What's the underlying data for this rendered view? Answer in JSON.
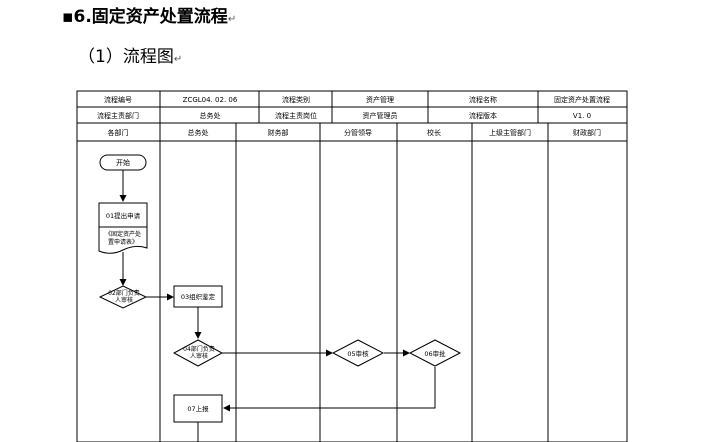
{
  "heading": {
    "title": "▪6.固定资产处置流程",
    "mark": "↵"
  },
  "subheading": {
    "title": "（1）流程图",
    "mark": "↵"
  },
  "info_table": {
    "row1": [
      "流程编号",
      "ZCGL04. 02. 06",
      "流程类别",
      "资产管理",
      "流程名称",
      "固定资产处置流程"
    ],
    "row2": [
      "流程主责部门",
      "总务处",
      "流程主责岗位",
      "资产管理员",
      "流程版本",
      "V1. 0"
    ]
  },
  "lanes": [
    "各部门",
    "总务处",
    "财务部",
    "分管领导",
    "校长",
    "上级主管部门",
    "财政部门"
  ],
  "nodes": {
    "start": "开始",
    "n01": "01提出申请",
    "doc": [
      "《固定资产处",
      "置申请表》"
    ],
    "n02": [
      "02部门负责",
      "人审核"
    ],
    "n03": "03组织鉴定",
    "n04": [
      "04部门负责",
      "人审核"
    ],
    "n05": "05审核",
    "n06": "06审批",
    "n07": "07上报"
  }
}
